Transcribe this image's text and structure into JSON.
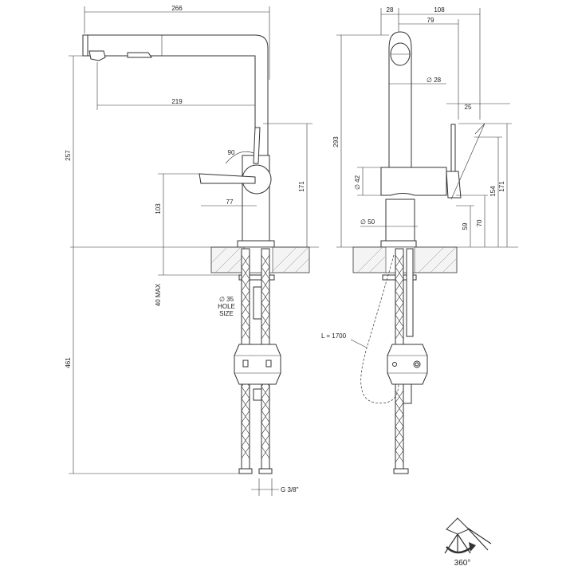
{
  "front_view": {
    "width_total": "266",
    "spout_reach": "219",
    "lever_angle": "90",
    "lever_offset": "77",
    "height_total": "257",
    "lever_height": "103",
    "body_height": "171",
    "deck_thickness": "40 MAX",
    "hole_size_line1": "∅ 35",
    "hole_size_line2": "HOLE",
    "hole_size_line3": "SIZE",
    "hose_length": "461",
    "connection": "G 3/8\""
  },
  "side_view": {
    "spout_dia_top": "28",
    "depth_total": "108",
    "depth_inner": "79",
    "spout_dia": "∅ 28",
    "lever_dia": "25",
    "height_total": "293",
    "body_dia": "∅ 42",
    "base_dia": "∅ 50",
    "lever_top": "154",
    "lever_top_outer": "171",
    "lever_mid": "70",
    "lever_low": "59",
    "pull_hose_length": "L = 1700"
  },
  "rotation_icon": {
    "label": "360°"
  }
}
